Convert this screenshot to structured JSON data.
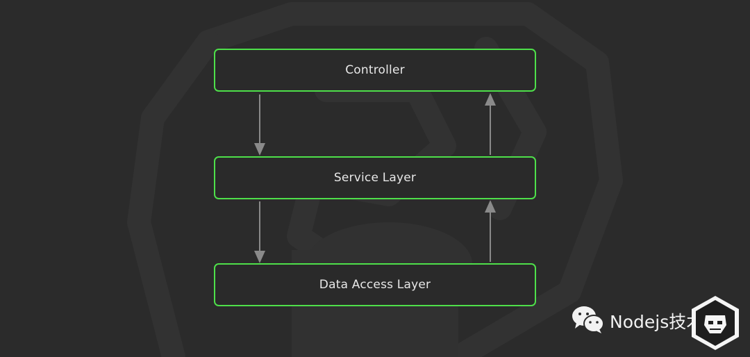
{
  "layers": {
    "controller": "Controller",
    "service": "Service Layer",
    "data_access": "Data Access Layer"
  },
  "watermark": {
    "text": "Nodejs技术栈"
  },
  "colors": {
    "background": "#2b2b2b",
    "box_border": "#4ee04a",
    "arrow": "#8a8a8a",
    "text": "#e8e8e8"
  },
  "icons": {
    "background": "nestjs-cat-logo-watermark",
    "wechat": "wechat-icon",
    "brand": "nodejs-hexagon-logo-icon"
  }
}
